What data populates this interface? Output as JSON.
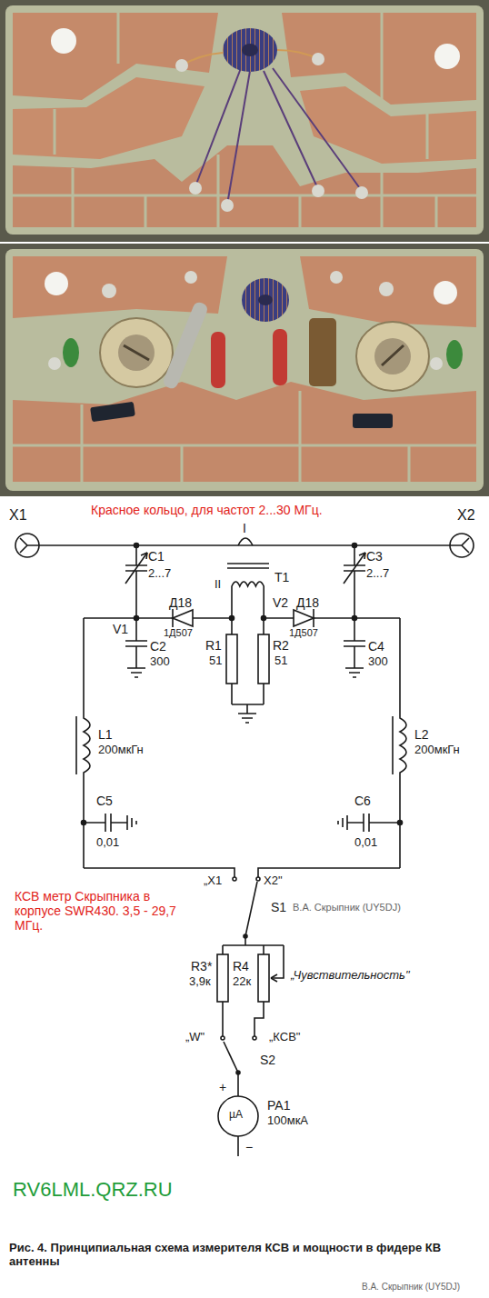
{
  "diagram": {
    "caption": "Рис. 4. Принципиальная схема измерителя КСВ и мощности в фидере КВ антенны",
    "labels": [
      "Красное кольцо, для частот 2...30 МГц.",
      "X1",
      "X2",
      "I",
      "T1",
      "II",
      "C1",
      "2...7",
      "C3",
      "2...7",
      "V1",
      "Д18",
      "1Д507",
      "V2",
      "Д18",
      "1Д507",
      "C2",
      "300",
      "R1",
      "51",
      "R2",
      "51",
      "C4",
      "300",
      "L1",
      "200мкГн",
      "L2",
      "200мкГн",
      "C5",
      "0,01",
      "C6",
      "0,01",
      "КСВ метр Скрыпника в корпусе SWR430. 3,5 - 29,7 МГц.",
      "„X1",
      "X2\"",
      "S1",
      "В.А. Скрыпник (UY5DJ)",
      "R3*",
      "3,9к",
      "R4",
      "22к",
      "„Чувствительность\"",
      "„W\"",
      "„КСВ\"",
      "S2",
      "+",
      "µA",
      "PA1",
      "100мкА",
      "−",
      "RV6LML.QRZ.RU",
      "В.А. Скрыпник (UY5DJ)"
    ]
  }
}
